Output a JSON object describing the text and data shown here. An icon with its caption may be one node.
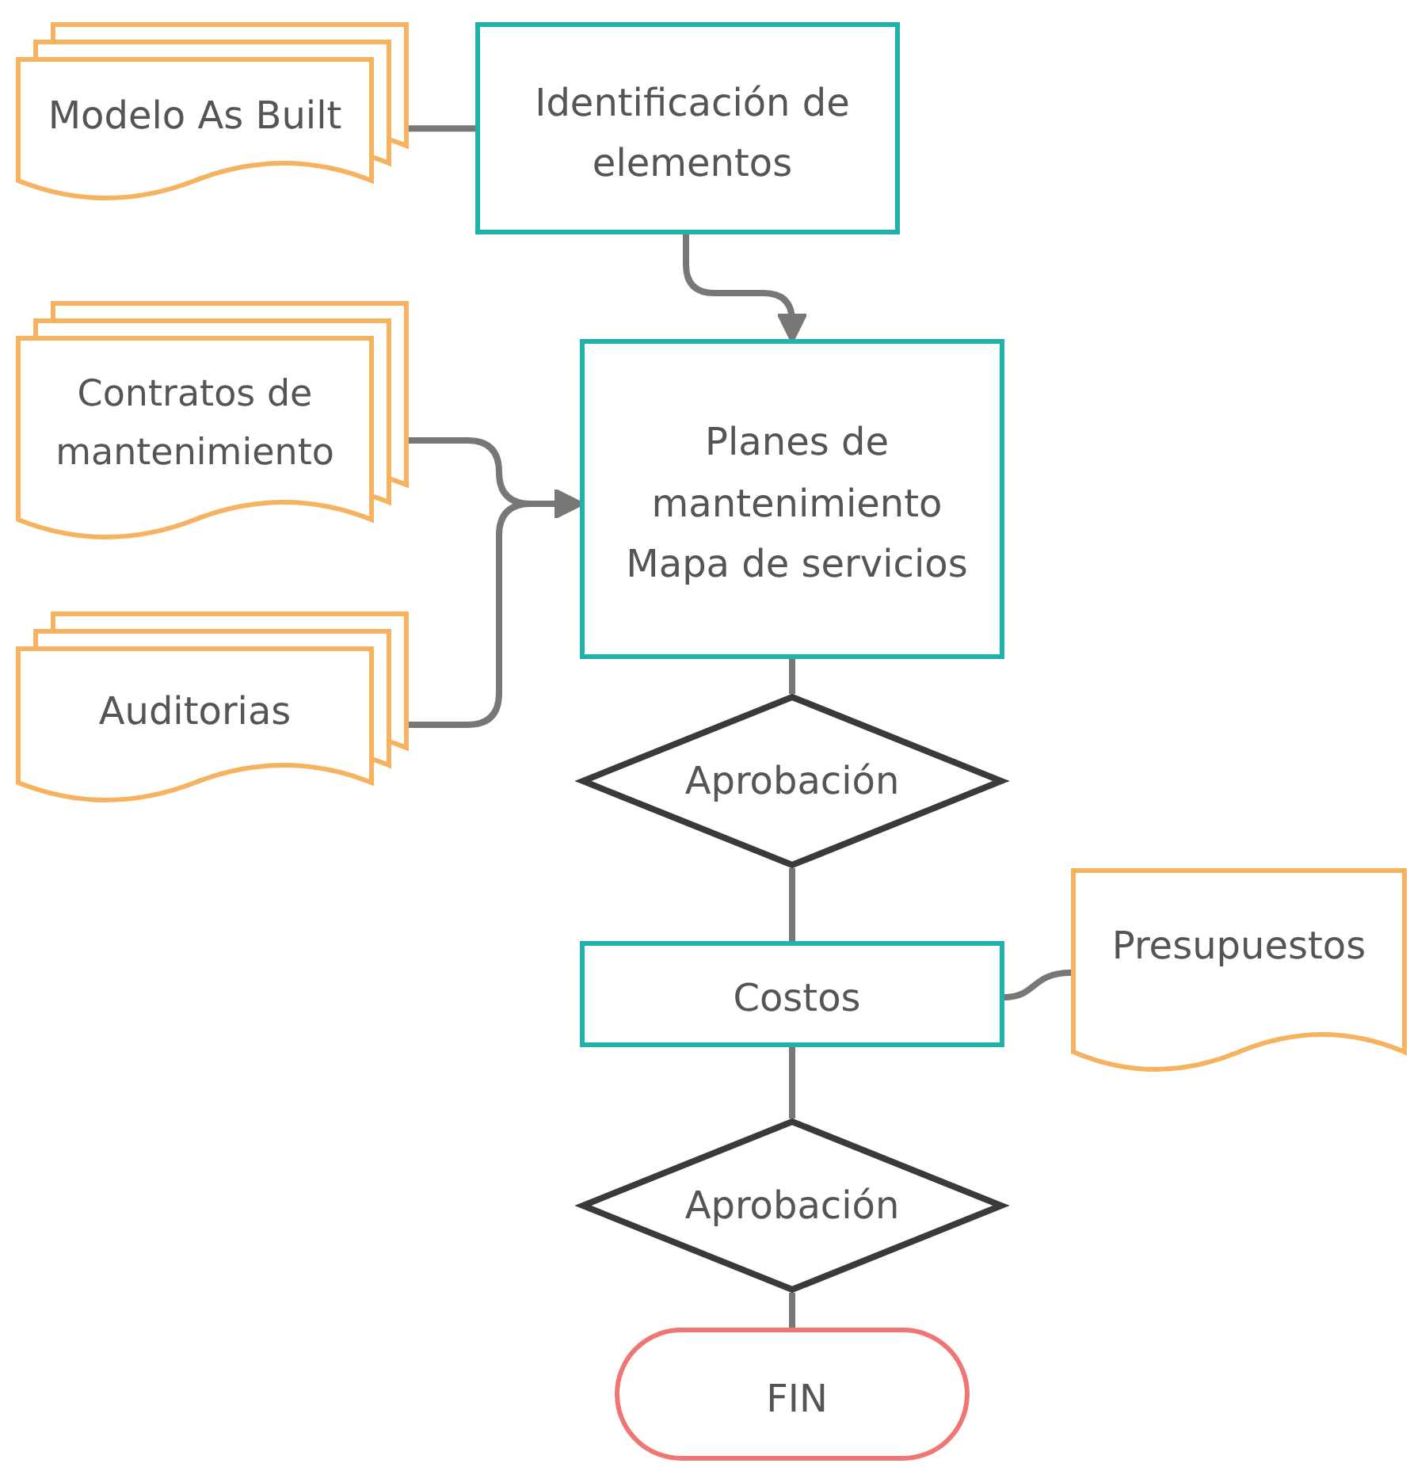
{
  "diagram": {
    "nodes": [
      {
        "text": [
          "Modelo As Built"
        ]
      },
      {
        "text": [
          "Identificación de elementos"
        ]
      },
      {
        "text": [
          "Contratos de mantenimiento"
        ]
      },
      {
        "text": [
          "Planes de mantenimiento",
          "Mapa de servicios"
        ]
      },
      {
        "text": [
          "Auditorias"
        ]
      },
      {
        "text": [
          "Aprobación"
        ]
      },
      {
        "text": [
          "Costos"
        ]
      },
      {
        "text": [
          "Presupuestos"
        ]
      },
      {
        "text": [
          "Aprobación"
        ]
      },
      {
        "text": [
          "FIN"
        ]
      }
    ],
    "edges": [
      {
        "from": 0,
        "to": 1,
        "arrow": "none"
      },
      {
        "from": 1,
        "to": 3,
        "arrow": "to"
      },
      {
        "from": 2,
        "to": 3,
        "arrow": "to"
      },
      {
        "from": 4,
        "to": 3,
        "arrow": "to"
      },
      {
        "from": 3,
        "to": 5,
        "arrow": "none"
      },
      {
        "from": 5,
        "to": 6,
        "arrow": "none"
      },
      {
        "from": 7,
        "to": 6,
        "arrow": "none"
      },
      {
        "from": 6,
        "to": 8,
        "arrow": "none"
      },
      {
        "from": 8,
        "to": 9,
        "arrow": "none"
      }
    ]
  }
}
